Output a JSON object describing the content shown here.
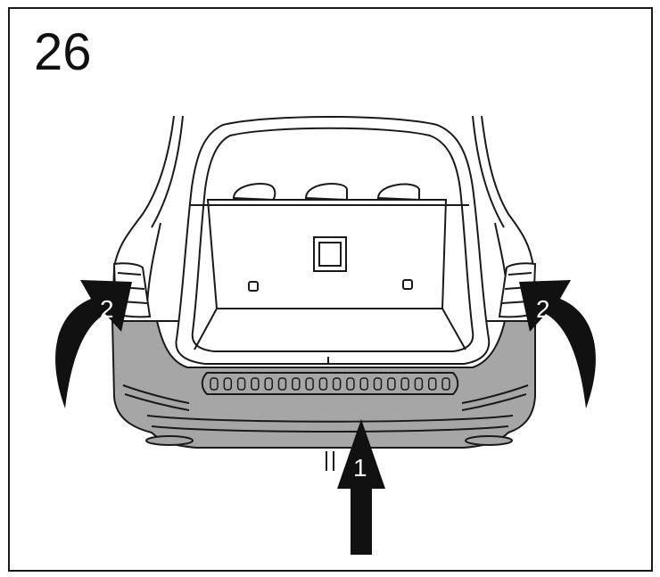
{
  "step": {
    "number": "26"
  },
  "callouts": [
    {
      "id": "bumper-push",
      "label": "1"
    },
    {
      "id": "left-pull",
      "label": "2"
    },
    {
      "id": "right-pull",
      "label": "2"
    }
  ],
  "colors": {
    "outline": "#1a1a1a",
    "bumper_fill": "#a6a6a6",
    "arrow_fill": "#111111"
  }
}
